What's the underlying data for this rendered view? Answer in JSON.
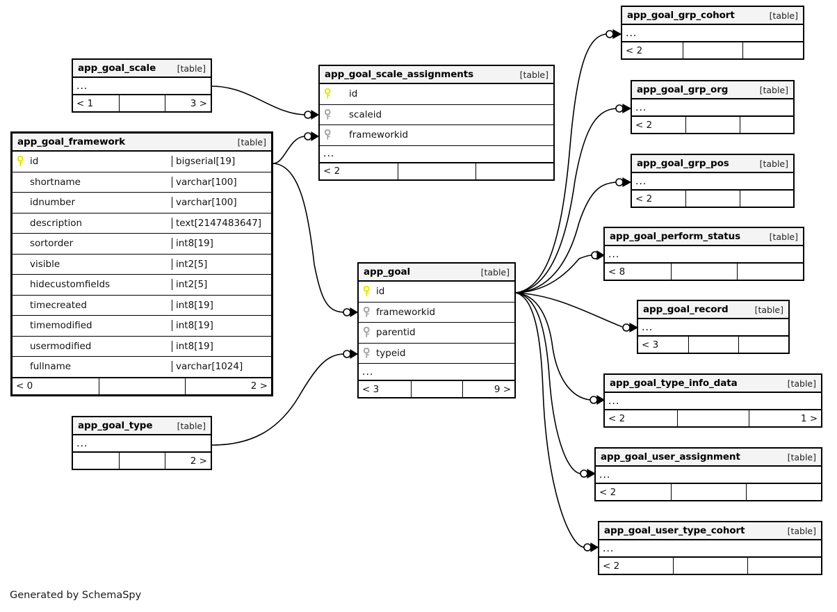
{
  "diagram": {
    "caption": "Generated by SchemaSpy",
    "kind_label": "[table]",
    "ellipsis": "...",
    "colors": {
      "primary_key_icon": "#e6e600",
      "foreign_key_icon": "#a8a8a8",
      "header_background": "#f4f4f4",
      "border": "#000000",
      "page_background": "#ffffff"
    }
  },
  "tables": {
    "app_goal_scale": {
      "name": "app_goal_scale",
      "kind": "[table]",
      "footer": {
        "left": "< 1",
        "middle": "",
        "right": "3 >"
      }
    },
    "app_goal_scale_assignments": {
      "name": "app_goal_scale_assignments",
      "kind": "[table]",
      "columns": [
        {
          "name": "id",
          "key": "primary"
        },
        {
          "name": "scaleid",
          "key": "foreign"
        },
        {
          "name": "frameworkid",
          "key": "foreign"
        }
      ],
      "footer": {
        "left": "< 2",
        "middle": "",
        "right": ""
      }
    },
    "app_goal_framework": {
      "name": "app_goal_framework",
      "kind": "[table]",
      "columns": [
        {
          "name": "id",
          "type": "bigserial[19]",
          "key": "primary"
        },
        {
          "name": "shortname",
          "type": "varchar[100]",
          "key": "none"
        },
        {
          "name": "idnumber",
          "type": "varchar[100]",
          "key": "none"
        },
        {
          "name": "description",
          "type": "text[2147483647]",
          "key": "none"
        },
        {
          "name": "sortorder",
          "type": "int8[19]",
          "key": "none"
        },
        {
          "name": "visible",
          "type": "int2[5]",
          "key": "none"
        },
        {
          "name": "hidecustomfields",
          "type": "int2[5]",
          "key": "none"
        },
        {
          "name": "timecreated",
          "type": "int8[19]",
          "key": "none"
        },
        {
          "name": "timemodified",
          "type": "int8[19]",
          "key": "none"
        },
        {
          "name": "usermodified",
          "type": "int8[19]",
          "key": "none"
        },
        {
          "name": "fullname",
          "type": "varchar[1024]",
          "key": "none"
        }
      ],
      "footer": {
        "left": "< 0",
        "middle": "",
        "right": "2 >"
      }
    },
    "app_goal_type": {
      "name": "app_goal_type",
      "kind": "[table]",
      "footer": {
        "left": "",
        "middle": "",
        "right": "2 >"
      }
    },
    "app_goal": {
      "name": "app_goal",
      "kind": "[table]",
      "columns": [
        {
          "name": "id",
          "key": "primary"
        },
        {
          "name": "frameworkid",
          "key": "foreign"
        },
        {
          "name": "parentid",
          "key": "foreign"
        },
        {
          "name": "typeid",
          "key": "foreign"
        }
      ],
      "footer": {
        "left": "< 3",
        "middle": "",
        "right": "9 >"
      }
    },
    "app_goal_grp_cohort": {
      "name": "app_goal_grp_cohort",
      "kind": "[table]",
      "footer": {
        "left": "< 2",
        "middle": "",
        "right": ""
      }
    },
    "app_goal_grp_org": {
      "name": "app_goal_grp_org",
      "kind": "[table]",
      "footer": {
        "left": "< 2",
        "middle": "",
        "right": ""
      }
    },
    "app_goal_grp_pos": {
      "name": "app_goal_grp_pos",
      "kind": "[table]",
      "footer": {
        "left": "< 2",
        "middle": "",
        "right": ""
      }
    },
    "app_goal_perform_status": {
      "name": "app_goal_perform_status",
      "kind": "[table]",
      "footer": {
        "left": "< 8",
        "middle": "",
        "right": ""
      }
    },
    "app_goal_record": {
      "name": "app_goal_record",
      "kind": "[table]",
      "footer": {
        "left": "< 3",
        "middle": "",
        "right": ""
      }
    },
    "app_goal_type_info_data": {
      "name": "app_goal_type_info_data",
      "kind": "[table]",
      "footer": {
        "left": "< 2",
        "middle": "",
        "right": "1 >"
      }
    },
    "app_goal_user_assignment": {
      "name": "app_goal_user_assignment",
      "kind": "[table]",
      "footer": {
        "left": "< 2",
        "middle": "",
        "right": ""
      }
    },
    "app_goal_user_type_cohort": {
      "name": "app_goal_user_type_cohort",
      "kind": "[table]",
      "footer": {
        "left": "< 2",
        "middle": "",
        "right": ""
      }
    }
  },
  "relationships": [
    {
      "from": "app_goal_scale",
      "to": "app_goal_scale_assignments.scaleid"
    },
    {
      "from": "app_goal_framework.id",
      "to": "app_goal_scale_assignments.frameworkid"
    },
    {
      "from": "app_goal_framework.id",
      "to": "app_goal.frameworkid"
    },
    {
      "from": "app_goal_type",
      "to": "app_goal.typeid"
    },
    {
      "from": "app_goal.id",
      "to": "app_goal_grp_cohort"
    },
    {
      "from": "app_goal.id",
      "to": "app_goal_grp_org"
    },
    {
      "from": "app_goal.id",
      "to": "app_goal_grp_pos"
    },
    {
      "from": "app_goal.id",
      "to": "app_goal_perform_status"
    },
    {
      "from": "app_goal.id",
      "to": "app_goal_record"
    },
    {
      "from": "app_goal.id",
      "to": "app_goal_type_info_data"
    },
    {
      "from": "app_goal.id",
      "to": "app_goal_user_assignment"
    },
    {
      "from": "app_goal.id",
      "to": "app_goal_user_type_cohort"
    }
  ]
}
